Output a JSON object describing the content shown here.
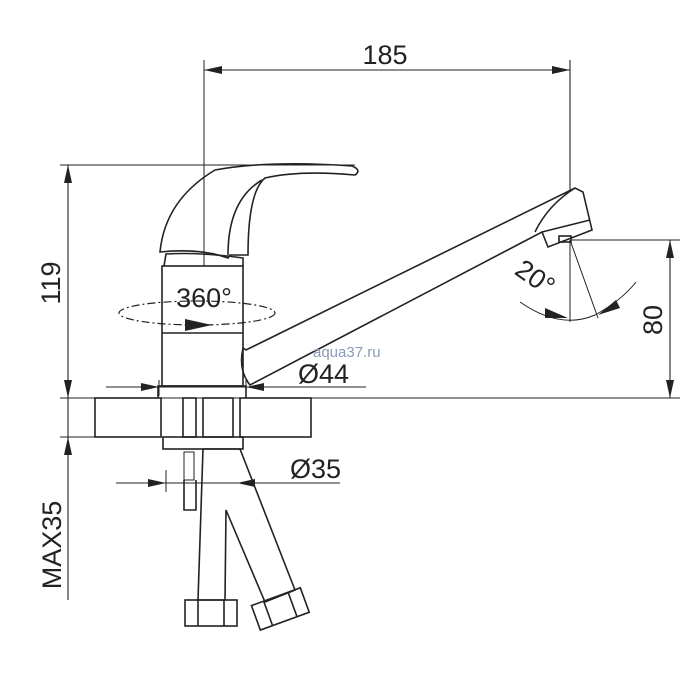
{
  "drawing": {
    "dimensions": {
      "spout_reach": "185",
      "height": "119",
      "spout_height": "80",
      "max_counter_thickness": "MAX35",
      "rotation": "360°",
      "spout_angle": "20°",
      "base_diameter": "Ø44",
      "mount_diameter": "Ø35"
    },
    "watermark": "aqua37.ru",
    "line_color": "#222222"
  }
}
